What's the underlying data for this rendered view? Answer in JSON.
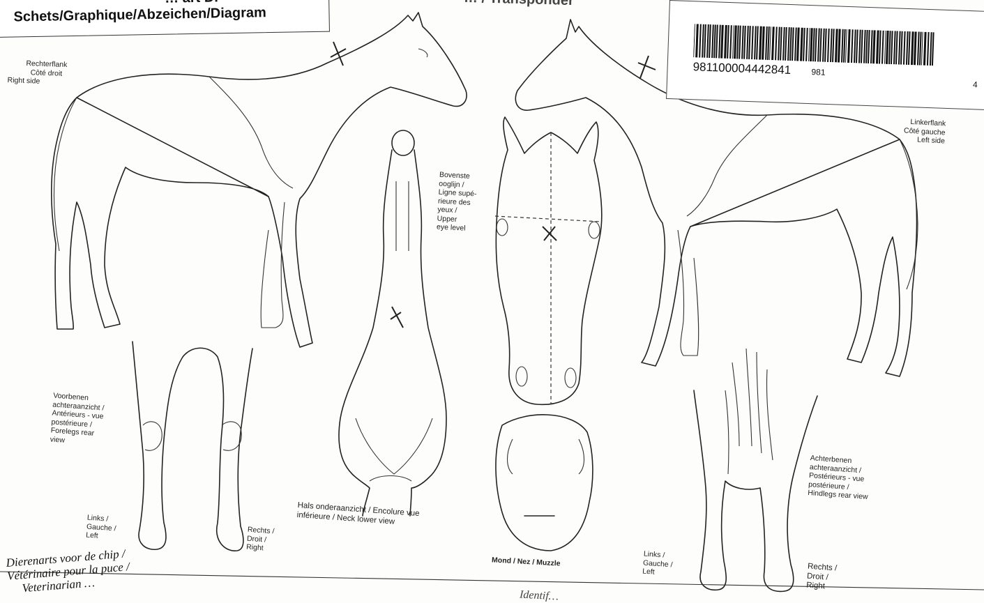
{
  "header": {
    "title_partial": "… art D.",
    "title": "Schets/Graphique/Abzeichen/Diagram",
    "chip_title_partial": "… / Transponder"
  },
  "barcode": {
    "number": "981100004442841",
    "country_code": "981",
    "page_number": "4"
  },
  "labels": {
    "right_side": [
      "Rechterflank",
      "Côté droit",
      "Right side"
    ],
    "left_side": [
      "Linkerflank",
      "Côté gauche",
      "Left side"
    ],
    "upper_eye_level": [
      "Bovenste",
      "ooglijn /",
      "Ligne supé-",
      "rieure des",
      "yeux /",
      "Upper",
      "eye level"
    ],
    "forelegs": [
      "Voorbenen",
      "achteraanzicht /",
      "Antérieurs - vue",
      "postérieure /",
      "Forelegs  rear",
      "view"
    ],
    "forelegs_left": [
      "Links /",
      "Gauche /",
      "Left"
    ],
    "forelegs_right": [
      "Rechts /",
      "Droit /",
      "Right"
    ],
    "neck": [
      "Hals  onderaanzicht / Encolure  vue",
      "inférieure / Neck  lower view"
    ],
    "muzzle": "Mond / Nez / Muzzle",
    "hindlegs": [
      "Achterbenen",
      "achteraanzicht /",
      "Postérieurs - vue",
      "postérieure /",
      "Hindlegs  rear view"
    ],
    "hindlegs_left": [
      "Links /",
      "Gauche /",
      "Left"
    ],
    "hindlegs_right": [
      "Rechts /",
      "Droit /",
      "Right"
    ]
  },
  "footer": {
    "vet_label": [
      "Dierenarts voor de chip /",
      "Vétérinaire pour la puce /",
      "Veterinarian …"
    ],
    "ident_label": "Identif…"
  }
}
